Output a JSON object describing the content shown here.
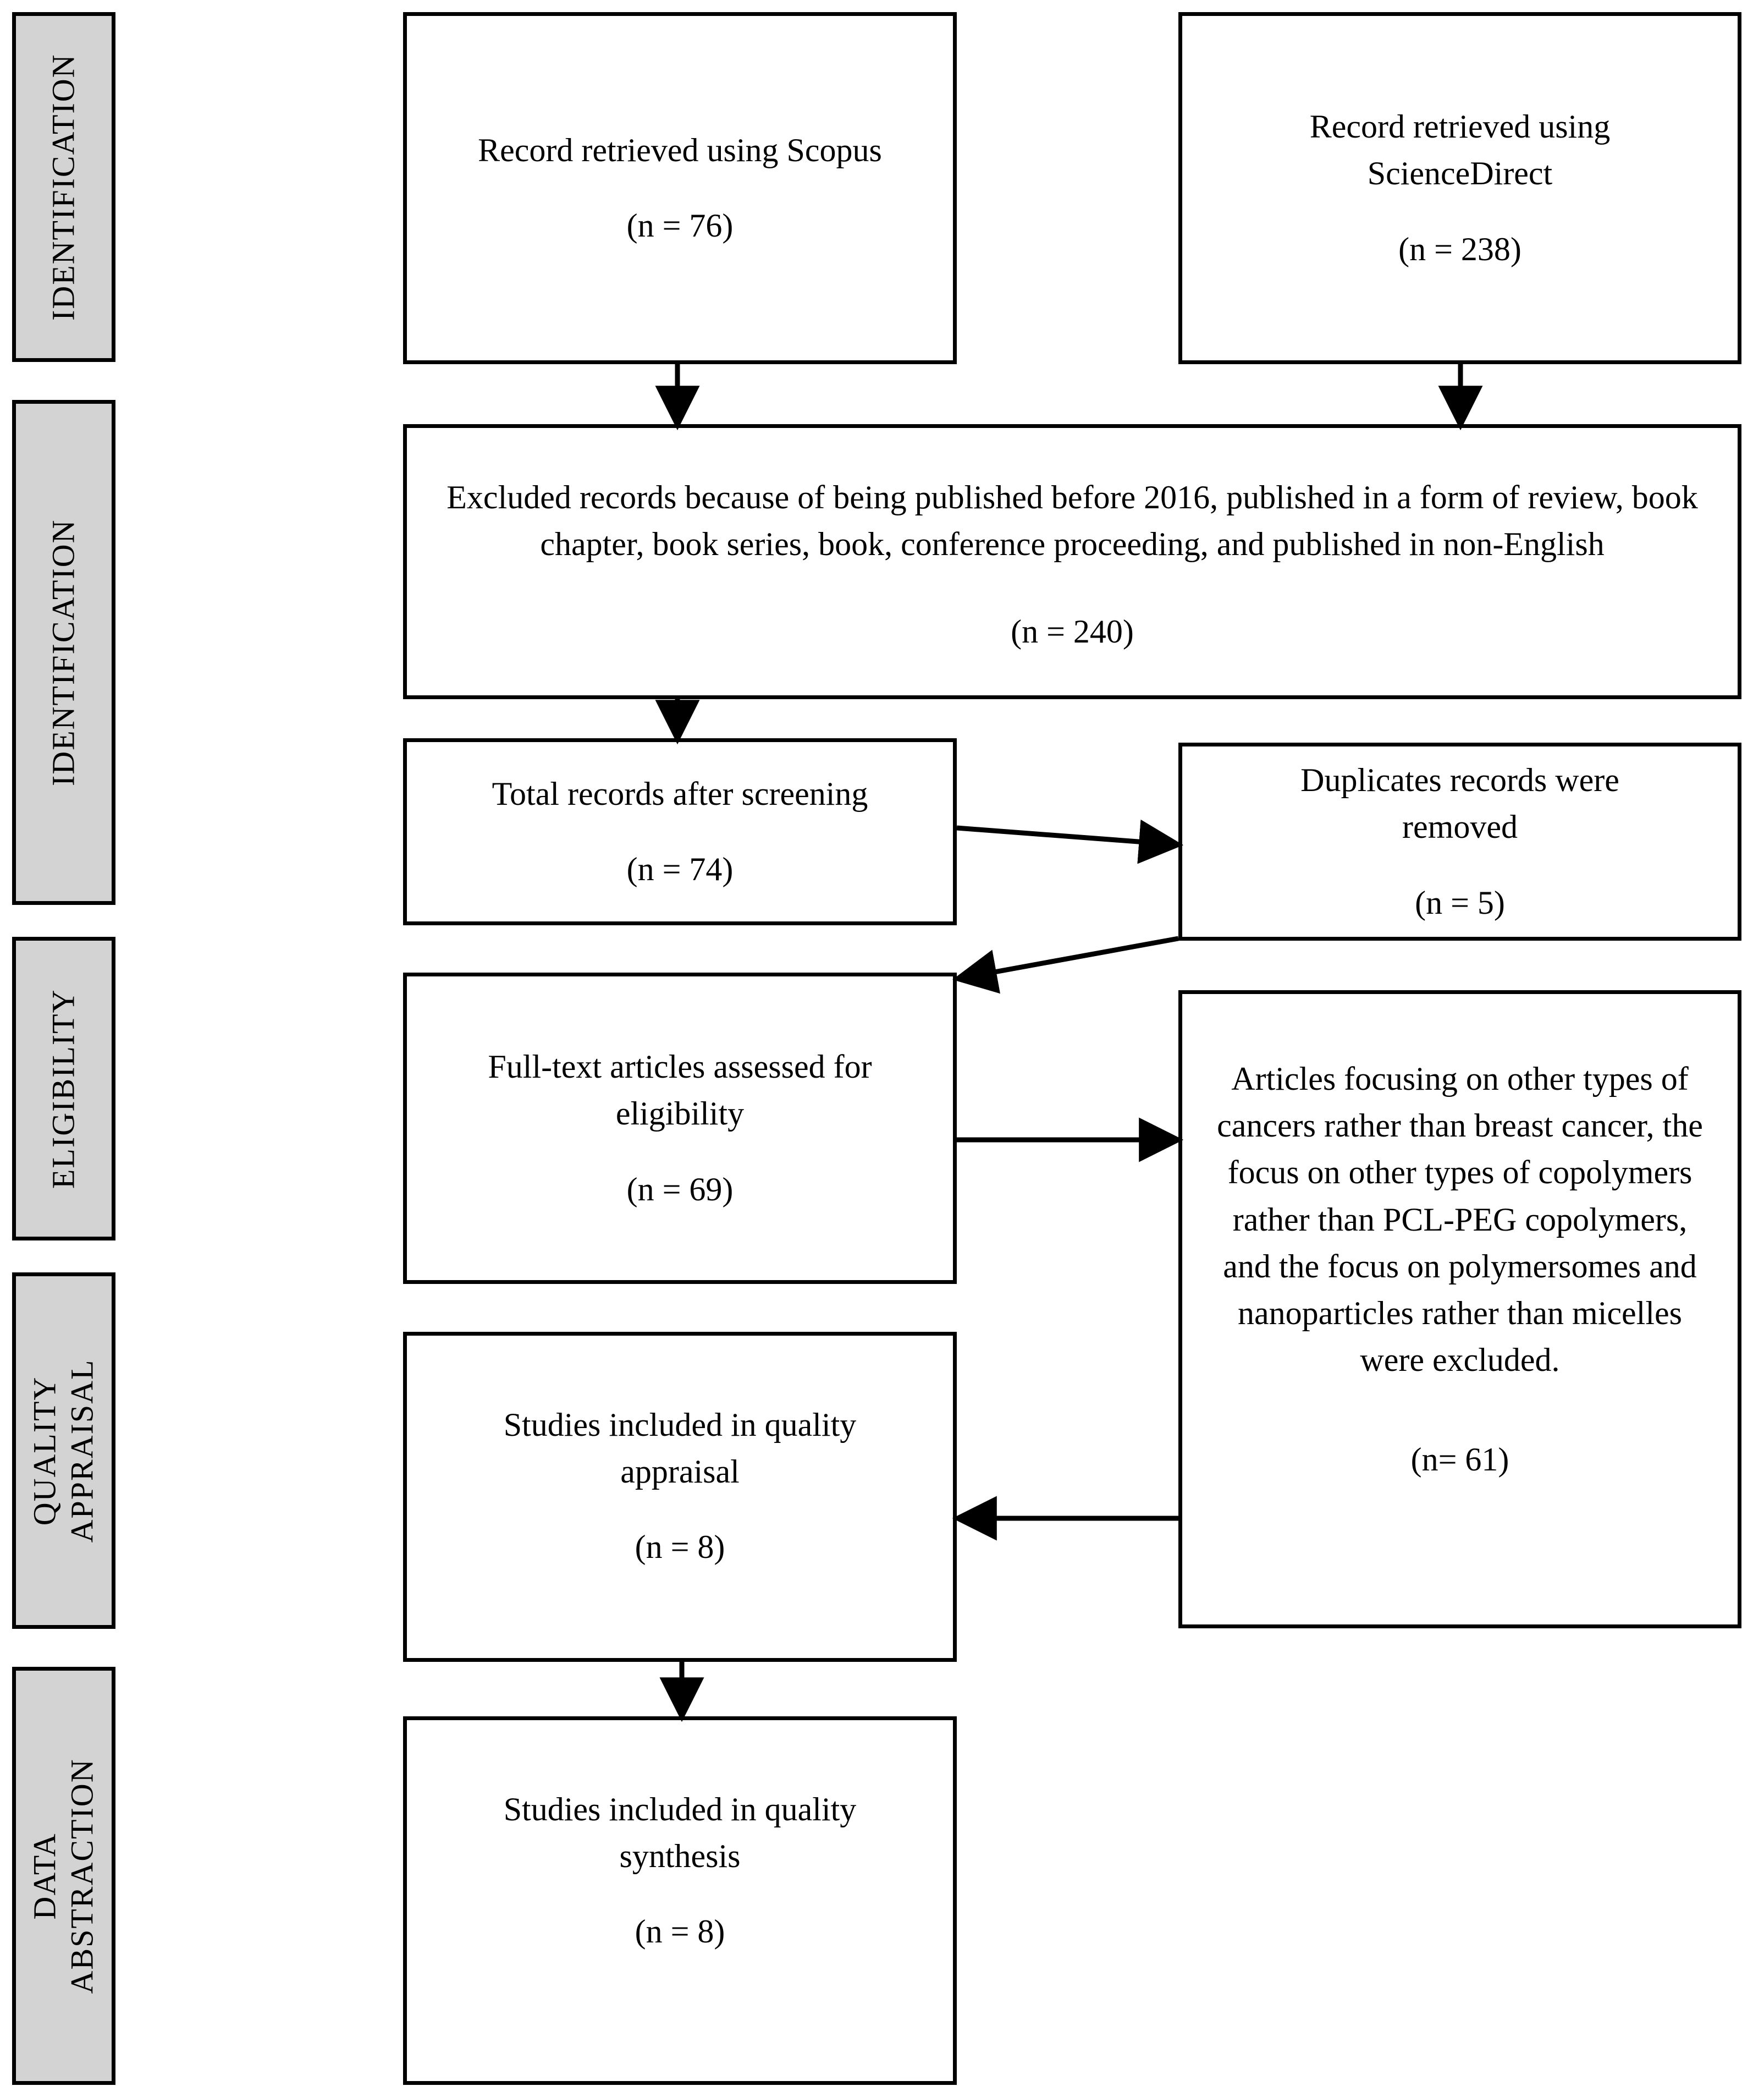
{
  "diagram": {
    "type": "prisma-flow-diagram",
    "phases": [
      {
        "id": "identification-1",
        "label": "IDENTIFICATION"
      },
      {
        "id": "identification-2",
        "label": "IDENTIFICATION"
      },
      {
        "id": "eligibility",
        "label": "ELIGIBILITY"
      },
      {
        "id": "quality-appraisal",
        "label": "QUALITY\nAPPRAISAL",
        "line1": "QUALITY",
        "line2": "APPRAISAL"
      },
      {
        "id": "data-abstraction",
        "label": "DATA\nABSTRACTION",
        "line1": "DATA",
        "line2": "ABSTRACTION"
      }
    ],
    "nodes": {
      "scopus": {
        "text": "Record retrieved using Scopus",
        "n": "(n = 76)"
      },
      "sciencedirect": {
        "text": "Record retrieved using ScienceDirect",
        "n": "(n = 238)"
      },
      "excluded": {
        "text": "Excluded records because of being published before 2016, published in a form of review, book chapter, book series, book, conference proceeding, and published in non-English",
        "n": "(n = 240)"
      },
      "screened": {
        "text": "Total records after screening",
        "n": "(n = 74)"
      },
      "duplicates": {
        "text": "Duplicates records were removed",
        "n": "(n = 5)"
      },
      "fulltext": {
        "text": "Full-text articles assessed for eligibility",
        "n": "(n = 69)"
      },
      "exclusion_criteria": {
        "text": "Articles focusing on other types of cancers rather than breast cancer, the focus on other types of copolymers rather than PCL-PEG copolymers, and the focus on polymersomes and nanoparticles rather than micelles were excluded.",
        "n": "(n= 61)"
      },
      "appraisal": {
        "text": "Studies included in quality appraisal",
        "n": "(n = 8)"
      },
      "synthesis": {
        "text": "Studies included in quality synthesis",
        "n": "(n = 8)"
      }
    },
    "colors": {
      "phase_fill": "#d3d3d3",
      "node_fill": "#ffffff",
      "stroke": "#000000"
    }
  }
}
